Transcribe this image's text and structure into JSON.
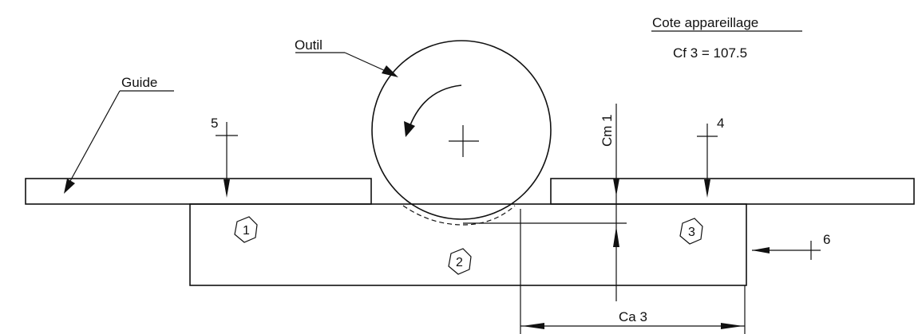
{
  "labels": {
    "guide": "Guide",
    "outil": "Outil",
    "cote_title": "Cote appareillage",
    "cote_value": "Cf 3 = 107.5",
    "cm1": "Cm 1",
    "ca3": "Ca 3",
    "support_5": "5",
    "support_4": "4",
    "support_6": "6",
    "surface_1": "1",
    "surface_2": "2",
    "surface_3": "3"
  }
}
